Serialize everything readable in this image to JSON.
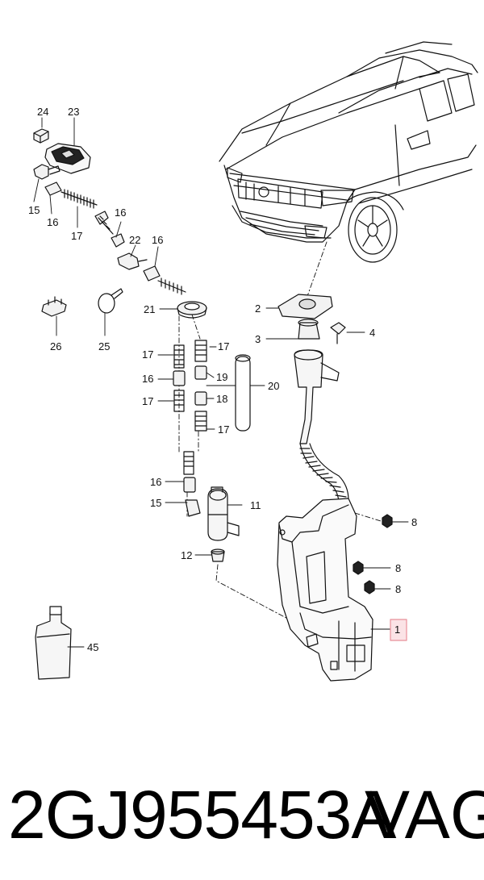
{
  "diagram": {
    "callouts": [
      "24",
      "23",
      "15",
      "16",
      "17",
      "16",
      "22",
      "16",
      "21",
      "26",
      "25",
      "17",
      "16",
      "17",
      "17",
      "19",
      "18",
      "17",
      "20",
      "16",
      "15",
      "11",
      "12",
      "45",
      "2",
      "3",
      "4",
      "8",
      "8",
      "8",
      "1"
    ],
    "highlight_color": "#e8909a",
    "highlight_fill": "#fbe3e6"
  },
  "footer": {
    "part_number": "2GJ955453A",
    "brand": "VAG"
  }
}
